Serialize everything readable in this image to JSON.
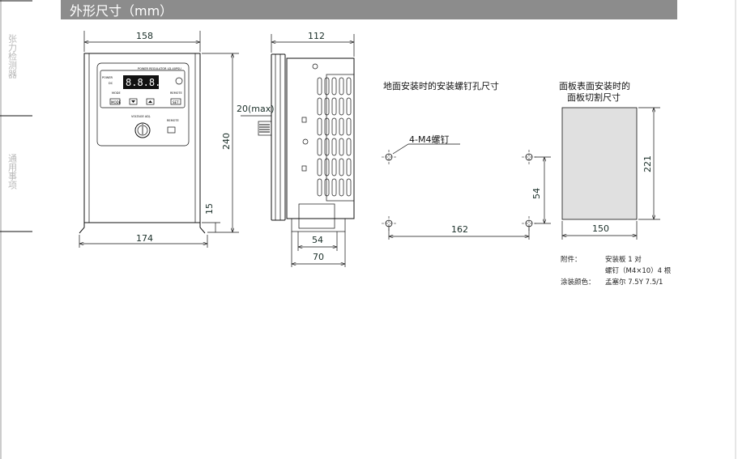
{
  "header": {
    "title": "外形尺寸（mm）"
  },
  "sidebar": {
    "sections": [
      {
        "label": "张力检测器"
      },
      {
        "label": "通用事项"
      }
    ]
  },
  "front_view": {
    "dims": {
      "width": "158",
      "base_width": "174",
      "height": "240",
      "foot": "15"
    },
    "panel": {
      "model": "POWER REGULATOR LD-40PSU",
      "power": "POWER",
      "dc": "DC",
      "mode": "MODE",
      "remote": "REMOTE",
      "mode_btn": "MODE",
      "set_btn": "SET",
      "volt": "VOLTAGE ADJ.",
      "remote2": "REMOTE",
      "display": "8.8.8.8"
    }
  },
  "side_view": {
    "dims": {
      "depth": "112",
      "knob": "20(max)",
      "bracket_inner": "54",
      "bracket_outer": "70"
    }
  },
  "mounting": {
    "title": "地面安装时的安装螺钉孔尺寸",
    "screw_label": "4-M4螺钉",
    "dims": {
      "horizontal": "162",
      "vertical": "54"
    }
  },
  "cutout": {
    "title_line1": "面板表面安装时的",
    "title_line2": "面板切割尺寸",
    "dims": {
      "height": "221",
      "width": "150"
    }
  },
  "notes": [
    {
      "label": "附件：",
      "value": "安装板 1 对"
    },
    {
      "label": "",
      "value": "螺钉（M4×10）4 根"
    },
    {
      "label": "涂装颜色：",
      "value": "孟塞尔 7.5Y 7.5/1"
    }
  ]
}
